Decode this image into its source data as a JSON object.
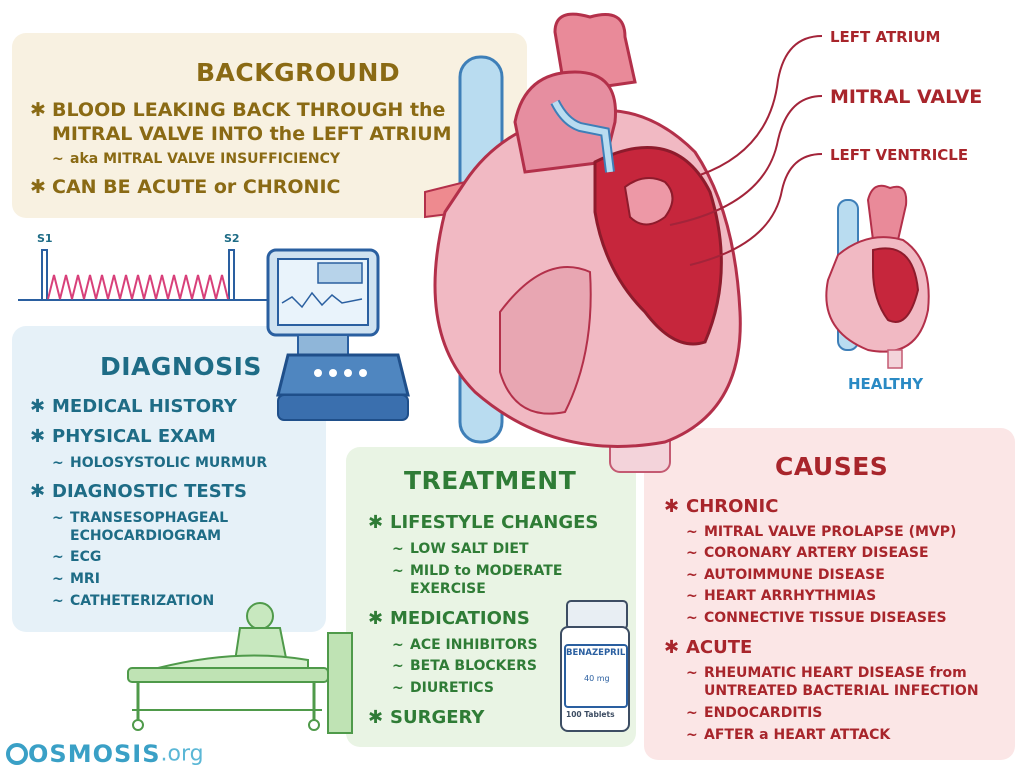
{
  "background": {
    "title": "BACKGROUND",
    "points": [
      {
        "line1": "BLOOD LEAKING BACK THROUGH the",
        "line2": "MITRAL VALVE INTO the LEFT ATRIUM"
      },
      {
        "sub": "aka MITRAL VALVE INSUFFICIENCY"
      },
      {
        "line1": "CAN BE ACUTE or CHRONIC"
      }
    ]
  },
  "murmur": {
    "s1": "S1",
    "s2": "S2"
  },
  "diagnosis": {
    "title": "DIAGNOSIS",
    "items": [
      {
        "label": "MEDICAL HISTORY",
        "subs": []
      },
      {
        "label": "PHYSICAL EXAM",
        "subs": [
          "HOLOSYSTOLIC MURMUR"
        ]
      },
      {
        "label": "DIAGNOSTIC TESTS",
        "subs": [
          "TRANSESOPHAGEAL",
          "ECHOCARDIOGRAM",
          "ECG",
          "MRI",
          "CATHETERIZATION"
        ]
      }
    ]
  },
  "treatment": {
    "title": "TREATMENT",
    "lifestyle": {
      "label": "LIFESTYLE CHANGES",
      "subs": [
        "LOW SALT DIET",
        "MILD to MODERATE",
        "EXERCISE"
      ]
    },
    "medications": {
      "label": "MEDICATIONS",
      "subs": [
        "ACE INHIBITORS",
        "BETA BLOCKERS",
        "DIURETICS"
      ]
    },
    "surgery": {
      "label": "SURGERY"
    }
  },
  "causes": {
    "title": "CAUSES",
    "chronic": {
      "label": "CHRONIC",
      "subs": [
        "MITRAL VALVE PROLAPSE (MVP)",
        "CORONARY ARTERY DISEASE",
        "AUTOIMMUNE DISEASE",
        "HEART ARRHYTHMIAS",
        "CONNECTIVE TISSUE DISEASES"
      ]
    },
    "acute": {
      "label": "ACUTE",
      "subs": [
        "RHEUMATIC HEART DISEASE from",
        "UNTREATED BACTERIAL INFECTION",
        "ENDOCARDITIS",
        "AFTER a HEART ATTACK"
      ]
    }
  },
  "heart_labels": {
    "left_atrium": "LEFT ATRIUM",
    "mitral_valve": "MITRAL VALVE",
    "left_ventricle": "LEFT VENTRICLE",
    "healthy": "HEALTHY"
  },
  "bottle": {
    "brand": "BENAZEPRIL",
    "dose": "40 mg",
    "count": "100 Tablets"
  },
  "logo": {
    "text": "OSMOSIS",
    "suffix": ".org"
  },
  "colors": {
    "brown": "#8a6a14",
    "blue": "#1e6c86",
    "green": "#2f7c36",
    "red": "#a8252b",
    "accent_red": "#c0283a",
    "heart_pink": "#f1b9c3",
    "vessel_blue": "#a9d2ec"
  }
}
